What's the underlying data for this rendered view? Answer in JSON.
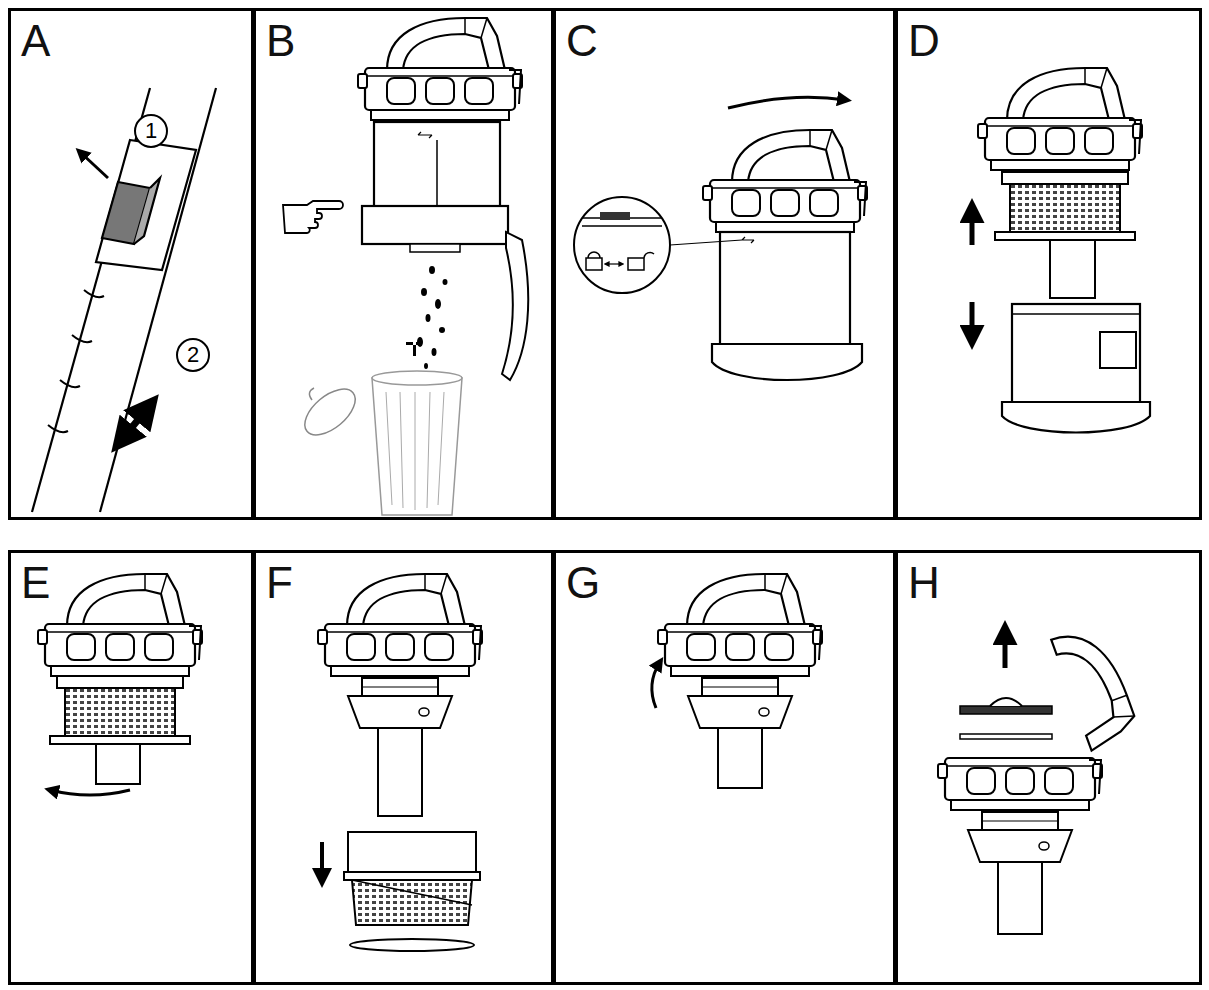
{
  "diagram": {
    "nodes": [
      {
        "text": [
          "A"
        ]
      },
      {
        "text": [
          "1"
        ],
        "in": 0
      },
      {
        "text": [
          "2"
        ],
        "in": 0
      },
      {
        "text": [
          "B"
        ]
      },
      {
        "text": [
          "C"
        ]
      },
      {
        "text": [
          "D"
        ]
      },
      {
        "text": [
          "E"
        ]
      },
      {
        "text": [
          "F"
        ]
      },
      {
        "text": [
          "G"
        ]
      },
      {
        "text": [
          "H"
        ]
      }
    ]
  }
}
